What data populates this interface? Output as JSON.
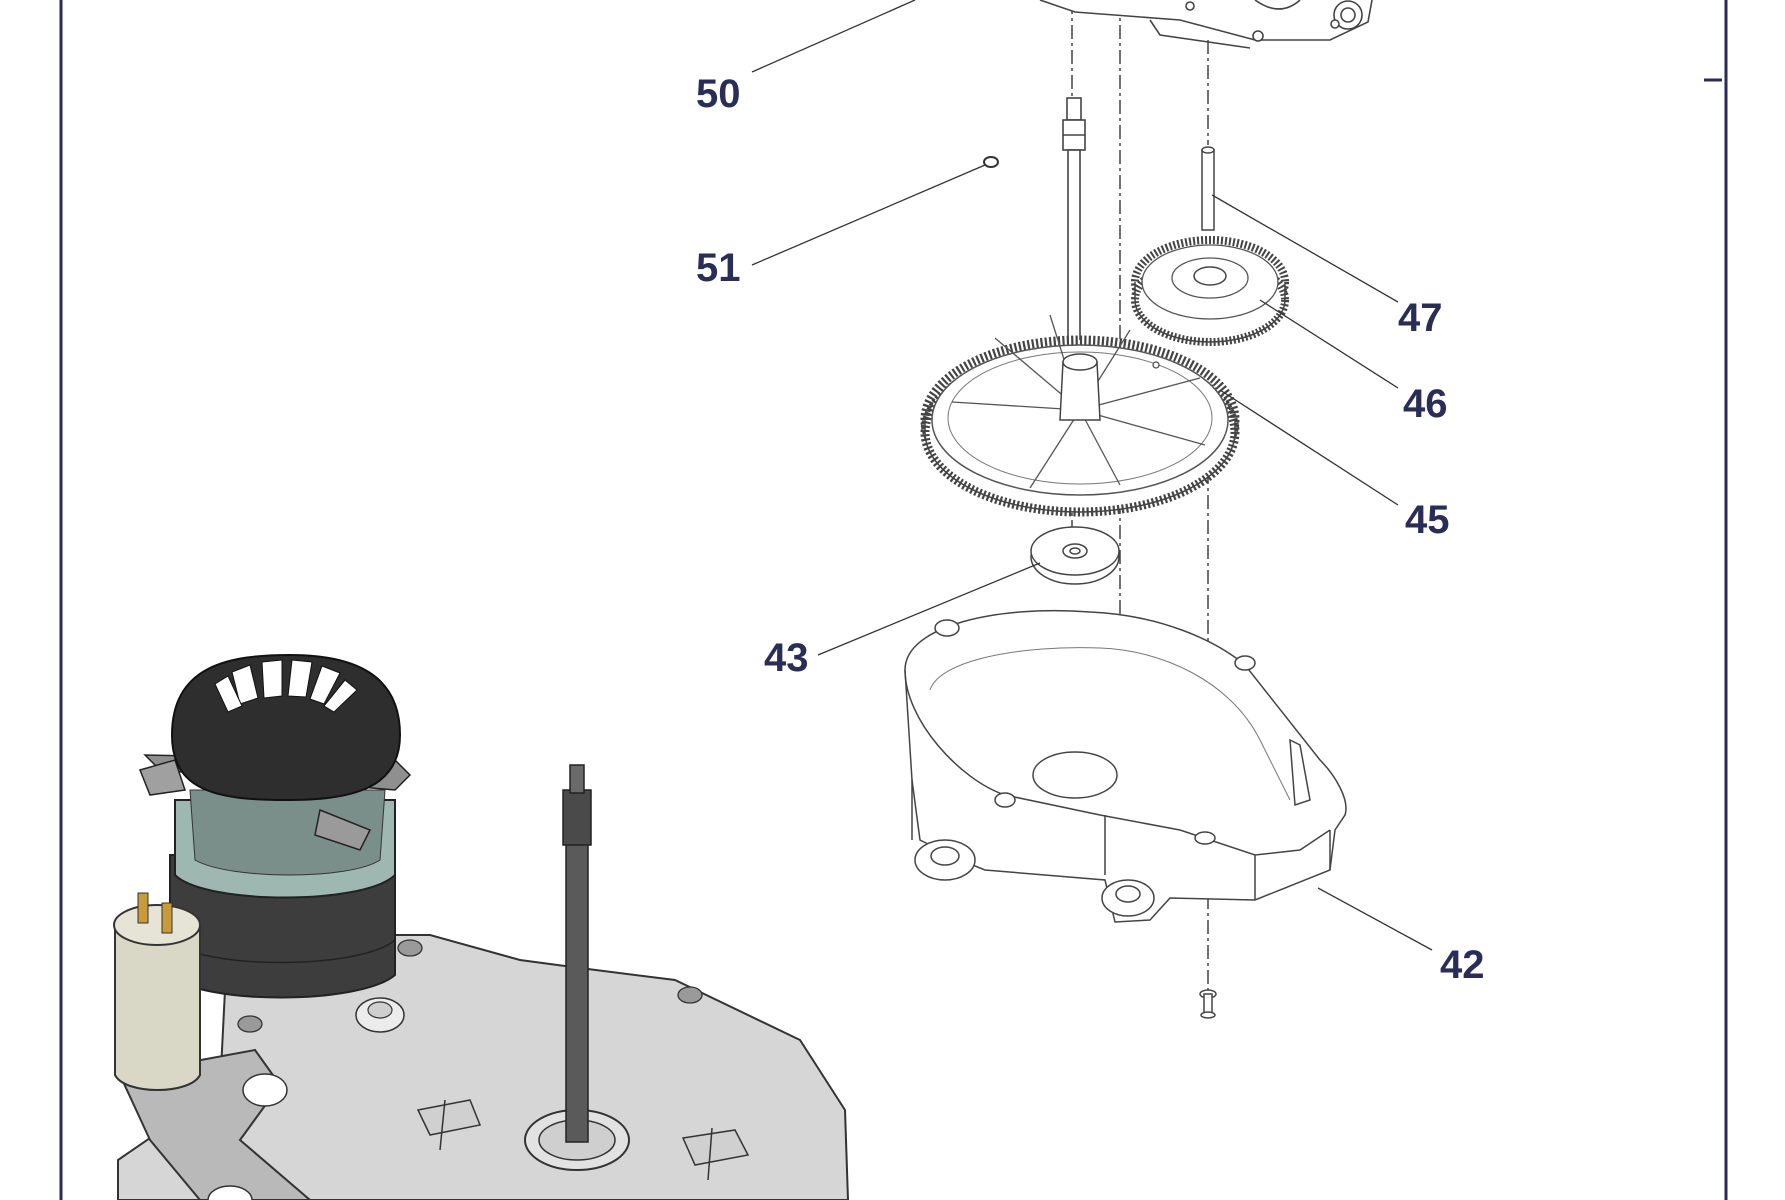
{
  "diagram": {
    "colors": {
      "frame": "#2b2b55",
      "label": "#2a2d55",
      "line": "#444444",
      "part_fill": "#ffffff",
      "motor_dark": "#2e2e2e",
      "motor_mid": "#4b4b4b",
      "housing_grey": "#d6d6d6",
      "capacitor": "#d9d7c6",
      "window_teal": "#9fb7b1"
    },
    "callouts": [
      {
        "id": "50",
        "text": "50",
        "part": "gearbox-upper-cover"
      },
      {
        "id": "51",
        "text": "51",
        "part": "o-ring"
      },
      {
        "id": "47",
        "text": "47",
        "part": "pin-shaft"
      },
      {
        "id": "46",
        "text": "46",
        "part": "small-gear"
      },
      {
        "id": "45",
        "text": "45",
        "part": "large-gear"
      },
      {
        "id": "43",
        "text": "43",
        "part": "washer"
      },
      {
        "id": "42",
        "text": "42",
        "part": "gearbox-lower-housing"
      }
    ]
  }
}
